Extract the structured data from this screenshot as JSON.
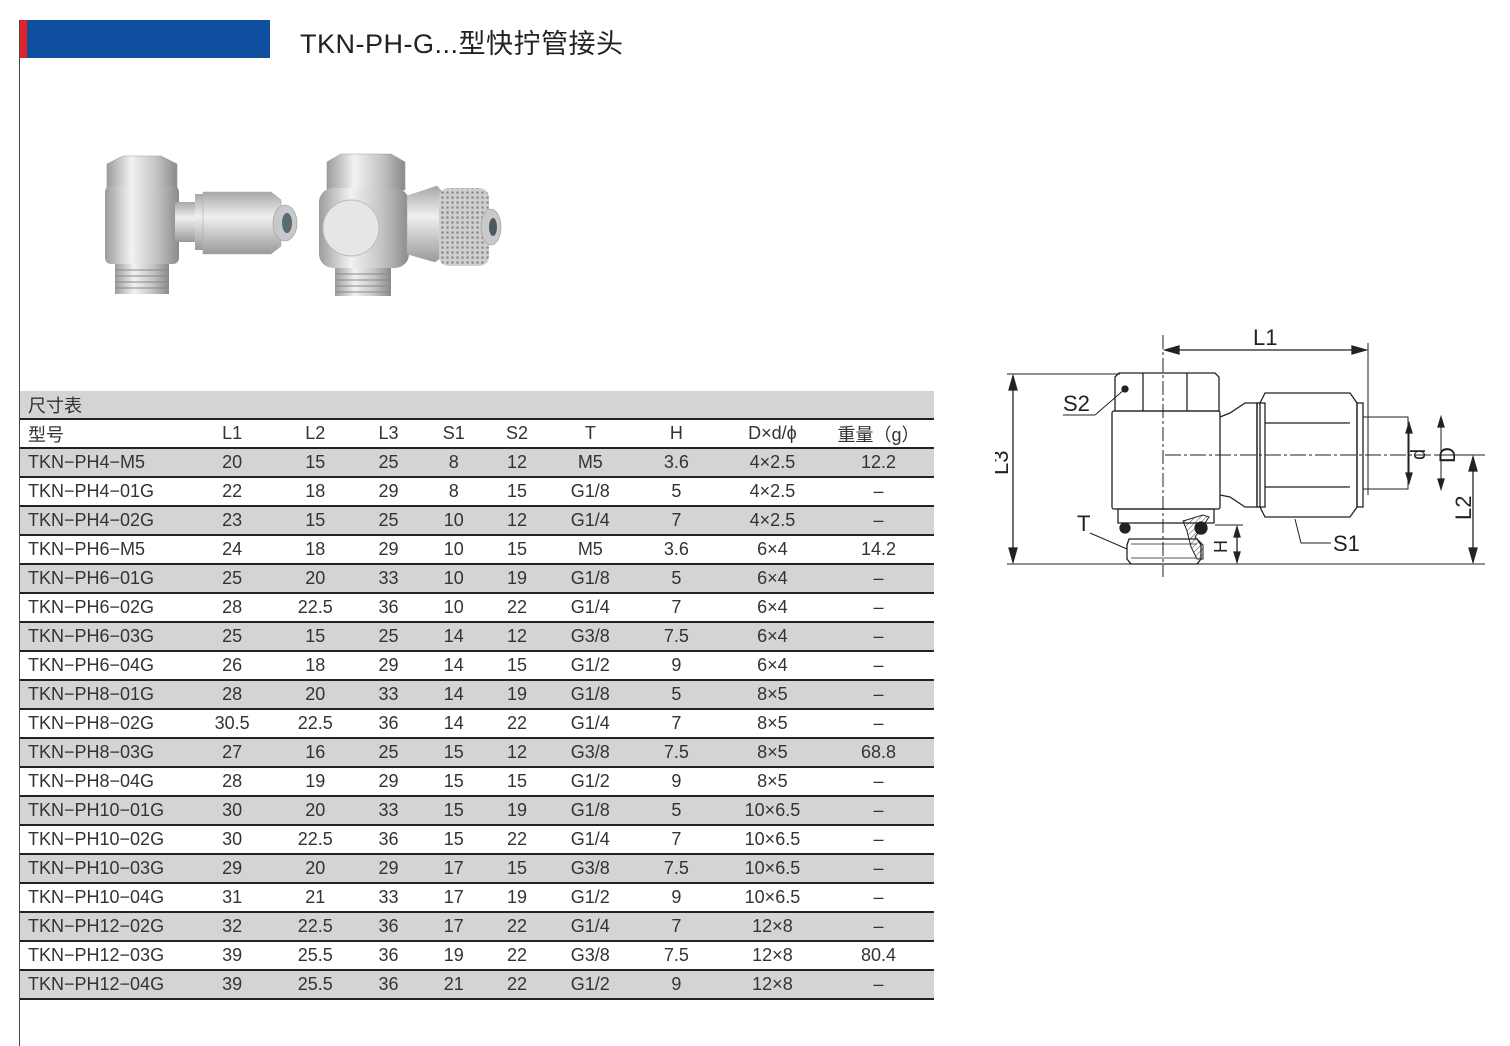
{
  "header": {
    "title": "TKN-PH-G...型快拧管接头",
    "accent_blue": "#0e4fa0",
    "accent_red": "#e2232a"
  },
  "photos": {
    "items": [
      {
        "label": "product-photo-knurl-free"
      },
      {
        "label": "product-photo-knurled"
      }
    ]
  },
  "table": {
    "caption": "尺寸表",
    "columns": [
      "型号",
      "L1",
      "L2",
      "L3",
      "S1",
      "S2",
      "T",
      "H",
      "D×d/ϕ",
      "重量（g）"
    ],
    "rows": [
      [
        "TKN−PH4−M5",
        "20",
        "15",
        "25",
        "8",
        "12",
        "M5",
        "3.6",
        "4×2.5",
        "12.2"
      ],
      [
        "TKN−PH4−01G",
        "22",
        "18",
        "29",
        "8",
        "15",
        "G1/8",
        "5",
        "4×2.5",
        "–"
      ],
      [
        "TKN−PH4−02G",
        "23",
        "15",
        "25",
        "10",
        "12",
        "G1/4",
        "7",
        "4×2.5",
        "–"
      ],
      [
        "TKN−PH6−M5",
        "24",
        "18",
        "29",
        "10",
        "15",
        "M5",
        "3.6",
        "6×4",
        "14.2"
      ],
      [
        "TKN−PH6−01G",
        "25",
        "20",
        "33",
        "10",
        "19",
        "G1/8",
        "5",
        "6×4",
        "–"
      ],
      [
        "TKN−PH6−02G",
        "28",
        "22.5",
        "36",
        "10",
        "22",
        "G1/4",
        "7",
        "6×4",
        "–"
      ],
      [
        "TKN−PH6−03G",
        "25",
        "15",
        "25",
        "14",
        "12",
        "G3/8",
        "7.5",
        "6×4",
        "–"
      ],
      [
        "TKN−PH6−04G",
        "26",
        "18",
        "29",
        "14",
        "15",
        "G1/2",
        "9",
        "6×4",
        "–"
      ],
      [
        "TKN−PH8−01G",
        "28",
        "20",
        "33",
        "14",
        "19",
        "G1/8",
        "5",
        "8×5",
        "–"
      ],
      [
        "TKN−PH8−02G",
        "30.5",
        "22.5",
        "36",
        "14",
        "22",
        "G1/4",
        "7",
        "8×5",
        "–"
      ],
      [
        "TKN−PH8−03G",
        "27",
        "16",
        "25",
        "15",
        "12",
        "G3/8",
        "7.5",
        "8×5",
        "68.8"
      ],
      [
        "TKN−PH8−04G",
        "28",
        "19",
        "29",
        "15",
        "15",
        "G1/2",
        "9",
        "8×5",
        "–"
      ],
      [
        "TKN−PH10−01G",
        "30",
        "20",
        "33",
        "15",
        "19",
        "G1/8",
        "5",
        "10×6.5",
        "–"
      ],
      [
        "TKN−PH10−02G",
        "30",
        "22.5",
        "36",
        "15",
        "22",
        "G1/4",
        "7",
        "10×6.5",
        "–"
      ],
      [
        "TKN−PH10−03G",
        "29",
        "20",
        "29",
        "17",
        "15",
        "G3/8",
        "7.5",
        "10×6.5",
        "–"
      ],
      [
        "TKN−PH10−04G",
        "31",
        "21",
        "33",
        "17",
        "19",
        "G1/2",
        "9",
        "10×6.5",
        "–"
      ],
      [
        "TKN−PH12−02G",
        "32",
        "22.5",
        "36",
        "17",
        "22",
        "G1/4",
        "7",
        "12×8",
        "–"
      ],
      [
        "TKN−PH12−03G",
        "39",
        "25.5",
        "36",
        "19",
        "22",
        "G3/8",
        "7.5",
        "12×8",
        "80.4"
      ],
      [
        "TKN−PH12−04G",
        "39",
        "25.5",
        "36",
        "21",
        "22",
        "G1/2",
        "9",
        "12×8",
        "–"
      ]
    ]
  },
  "drawing": {
    "labels": {
      "L1": "L1",
      "L2": "L2",
      "L3": "L3",
      "S1": "S1",
      "S2": "S2",
      "T": "T",
      "H": "H",
      "d": "d",
      "D": "D"
    }
  }
}
